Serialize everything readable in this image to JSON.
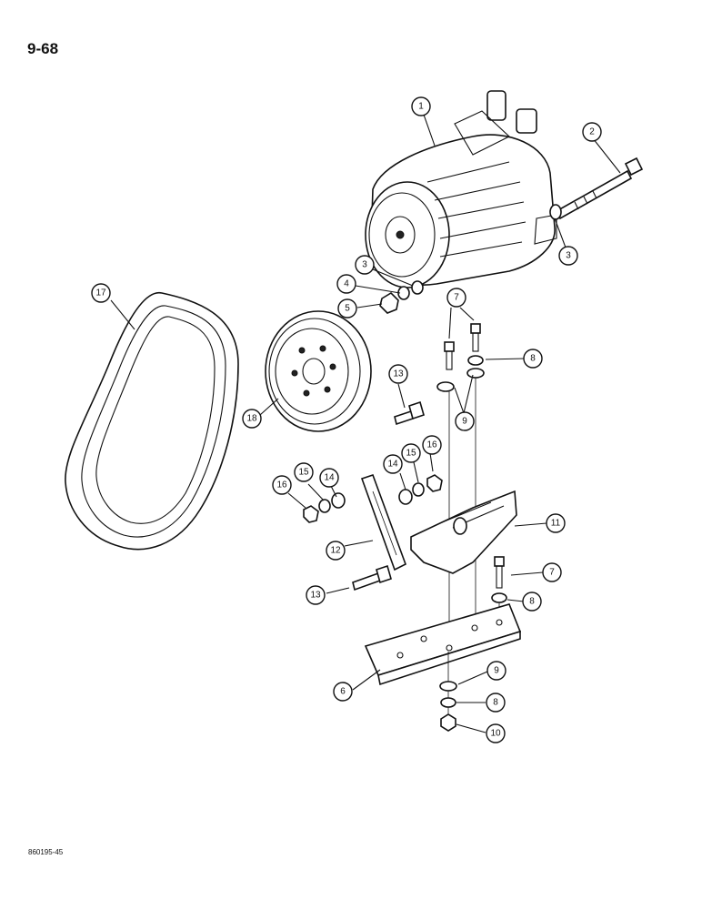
{
  "page_number": "9-68",
  "figure_code": "860195-45",
  "callouts": [
    {
      "label": "1"
    },
    {
      "label": "2"
    },
    {
      "label": "3"
    },
    {
      "label": "3"
    },
    {
      "label": "4"
    },
    {
      "label": "5"
    },
    {
      "label": "7"
    },
    {
      "label": "8"
    },
    {
      "label": "9"
    },
    {
      "label": "13"
    },
    {
      "label": "14"
    },
    {
      "label": "15"
    },
    {
      "label": "16"
    },
    {
      "label": "16"
    },
    {
      "label": "15"
    },
    {
      "label": "14"
    },
    {
      "label": "11"
    },
    {
      "label": "12"
    },
    {
      "label": "13"
    },
    {
      "label": "7"
    },
    {
      "label": "8"
    },
    {
      "label": "6"
    },
    {
      "label": "9"
    },
    {
      "label": "8"
    },
    {
      "label": "10"
    },
    {
      "label": "17"
    },
    {
      "label": "18"
    }
  ]
}
